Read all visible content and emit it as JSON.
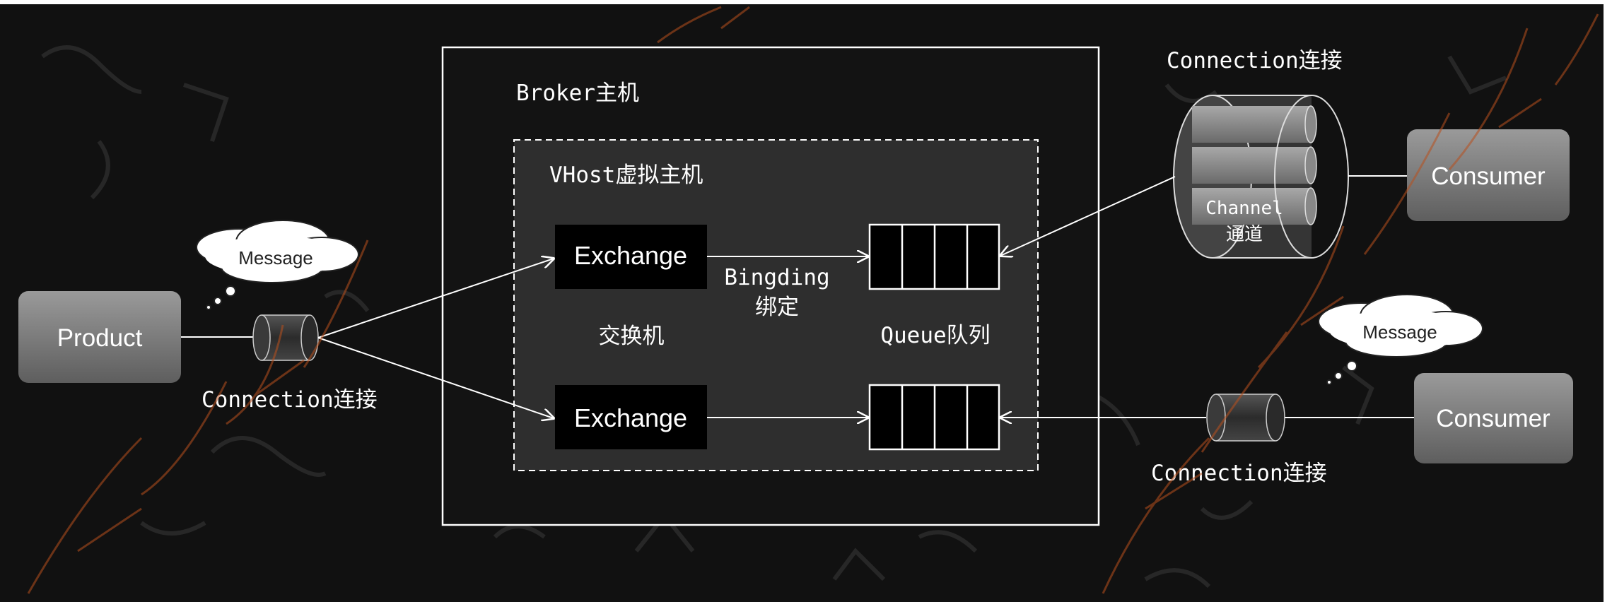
{
  "labels": {
    "broker": "Broker主机",
    "vhost": "VHost虚拟主机",
    "exchange_top": "Exchange",
    "exchange_bottom": "Exchange",
    "exchange_caption": "交换机",
    "binding_line1": "Bingding",
    "binding_line2": "绑定",
    "queue_caption": "Queue队列",
    "product": "Product",
    "message_left": "Message",
    "message_right": "Message",
    "connection_left": "Connection连接",
    "connection_top_right": "Connection连接",
    "connection_bottom_right": "Connection连接",
    "channel_line1": "Channel",
    "channel_line2": "通道",
    "consumer_top": "Consumer",
    "consumer_bottom": "Consumer"
  },
  "colors": {
    "background": "#111111",
    "node_fill": "#7a7a7a",
    "box_black": "#000000",
    "stroke": "#ffffff",
    "watermark": "#b8501e"
  }
}
